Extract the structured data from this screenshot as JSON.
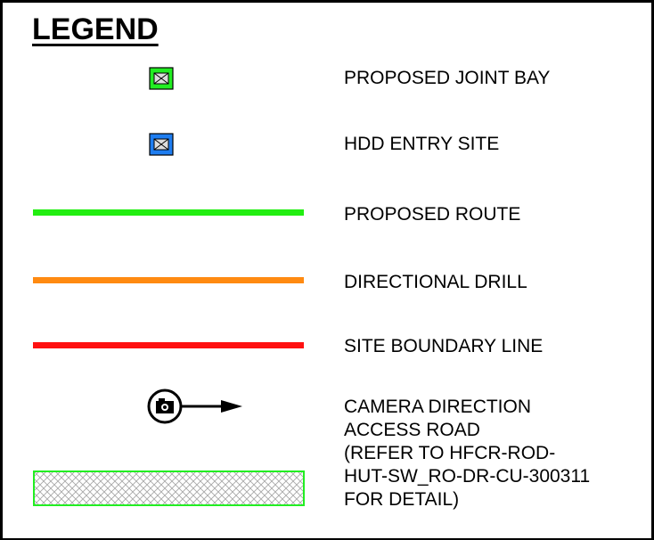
{
  "legend": {
    "title": "LEGEND",
    "items": [
      {
        "label": "PROPOSED JOINT BAY",
        "symbol": "joint-bay-box-icon",
        "color": "#22ee22"
      },
      {
        "label": "HDD ENTRY SITE",
        "symbol": "hdd-entry-box-icon",
        "color": "#1e7df0"
      },
      {
        "label": "PROPOSED ROUTE",
        "symbol": "line",
        "color": "#22ee11"
      },
      {
        "label": "DIRECTIONAL DRILL",
        "symbol": "line",
        "color": "#ff8a11"
      },
      {
        "label": "SITE BOUNDARY LINE",
        "symbol": "line",
        "color": "#ff1111"
      },
      {
        "label": "CAMERA DIRECTION",
        "symbol": "camera-arrow-icon",
        "color": "#000000"
      },
      {
        "label": "ACCESS ROAD\n(REFER TO HFCR-ROD-\nHUT-SW_RO-DR-CU-300311\nFOR DETAIL)",
        "symbol": "hatched-box",
        "color": "#22ee22"
      }
    ]
  }
}
